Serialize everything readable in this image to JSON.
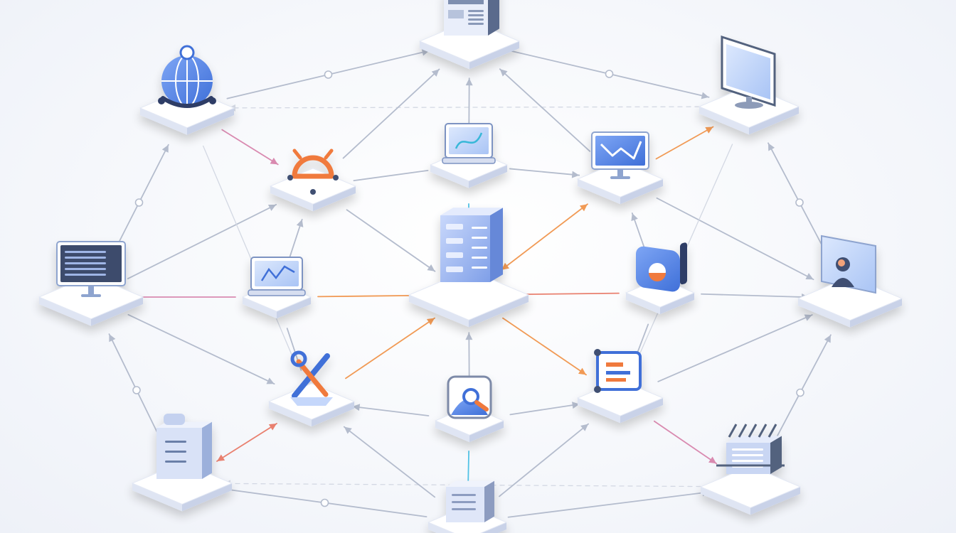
{
  "diagram": {
    "type": "network-topology",
    "palette": {
      "plate_top": "#ffffff",
      "plate_side": "#dfe5f3",
      "plate_shadow": "#c9d2e8",
      "link_gray": "#b4bccd",
      "link_faint": "#d3d8e3",
      "link_orange": "#f19a55",
      "link_red": "#e9806f",
      "link_cyan": "#52c3e6",
      "link_pink": "#d98ab0",
      "accent_blue": "#4d80e4",
      "accent_light": "#c5d7fb",
      "accent_orange": "#f07a3c",
      "device_dark": "#53627e"
    },
    "nodes": [
      {
        "id": "server-top",
        "icon": "server-rack-icon"
      },
      {
        "id": "globe",
        "icon": "globe-icon"
      },
      {
        "id": "monitor-right",
        "icon": "desktop-monitor-icon"
      },
      {
        "id": "router-orange",
        "icon": "router-icon"
      },
      {
        "id": "laptop-top-center",
        "icon": "laptop-chart-icon"
      },
      {
        "id": "monitor-analytics",
        "icon": "analytics-monitor-icon"
      },
      {
        "id": "terminal-left",
        "icon": "terminal-monitor-icon"
      },
      {
        "id": "laptop-left-center",
        "icon": "laptop-trend-icon"
      },
      {
        "id": "central-server",
        "icon": "database-server-icon"
      },
      {
        "id": "app-tile",
        "icon": "app-tile-icon"
      },
      {
        "id": "user-panel",
        "icon": "user-profile-icon"
      },
      {
        "id": "tools",
        "icon": "tools-icon"
      },
      {
        "id": "search-tile",
        "icon": "search-tile-icon"
      },
      {
        "id": "document-box",
        "icon": "document-box-icon"
      },
      {
        "id": "storage-box",
        "icon": "storage-box-icon"
      },
      {
        "id": "printer-hub",
        "icon": "network-hub-icon"
      },
      {
        "id": "server-bottom",
        "icon": "server-bottom-icon"
      }
    ],
    "links": [
      {
        "from": "globe",
        "to": "server-top",
        "color": "gray",
        "style": "solid",
        "arrow": "end",
        "dot": true
      },
      {
        "from": "server-top",
        "to": "monitor-right",
        "color": "gray",
        "style": "solid",
        "arrow": "end",
        "dot": true
      },
      {
        "from": "monitor-right",
        "to": "globe",
        "color": "faint",
        "style": "dashed",
        "arrow": "end"
      },
      {
        "from": "globe",
        "to": "router-orange",
        "color": "pink",
        "style": "solid",
        "arrow": "end"
      },
      {
        "from": "router-orange",
        "to": "server-top",
        "color": "gray",
        "style": "solid",
        "arrow": "end"
      },
      {
        "from": "laptop-top-center",
        "to": "server-top",
        "color": "gray",
        "style": "solid",
        "arrow": "end"
      },
      {
        "from": "monitor-analytics",
        "to": "server-top",
        "color": "gray",
        "style": "solid",
        "arrow": "end"
      },
      {
        "from": "monitor-analytics",
        "to": "monitor-right",
        "color": "orange",
        "style": "solid",
        "arrow": "end"
      },
      {
        "from": "router-orange",
        "to": "laptop-top-center",
        "color": "gray",
        "style": "solid",
        "arrow": "none"
      },
      {
        "from": "laptop-top-center",
        "to": "monitor-analytics",
        "color": "gray",
        "style": "solid",
        "arrow": "end"
      },
      {
        "from": "laptop-top-center",
        "to": "central-server",
        "color": "cyan",
        "style": "solid",
        "arrow": "end"
      },
      {
        "from": "terminal-left",
        "to": "globe",
        "color": "gray",
        "style": "solid",
        "arrow": "end",
        "dot": true
      },
      {
        "from": "terminal-left",
        "to": "router-orange",
        "color": "gray",
        "style": "solid",
        "arrow": "end"
      },
      {
        "from": "terminal-left",
        "to": "laptop-left-center",
        "color": "pink",
        "style": "solid",
        "arrow": "none"
      },
      {
        "from": "laptop-left-center",
        "to": "central-server",
        "color": "orange",
        "style": "solid",
        "arrow": "end"
      },
      {
        "from": "laptop-left-center",
        "to": "router-orange",
        "color": "gray",
        "style": "solid",
        "arrow": "end"
      },
      {
        "from": "router-orange",
        "to": "central-server",
        "color": "gray",
        "style": "solid",
        "arrow": "end"
      },
      {
        "from": "central-server",
        "to": "monitor-analytics",
        "color": "orange",
        "style": "solid",
        "arrow": "both"
      },
      {
        "from": "app-tile",
        "to": "central-server",
        "color": "red",
        "style": "solid",
        "arrow": "end"
      },
      {
        "from": "app-tile",
        "to": "user-panel",
        "color": "gray",
        "style": "solid",
        "arrow": "end"
      },
      {
        "from": "monitor-analytics",
        "to": "user-panel",
        "color": "gray",
        "style": "solid",
        "arrow": "end"
      },
      {
        "from": "monitor-right",
        "to": "user-panel",
        "color": "gray",
        "style": "solid",
        "arrow": "start",
        "dot": true
      },
      {
        "from": "app-tile",
        "to": "monitor-analytics",
        "color": "gray",
        "style": "solid",
        "arrow": "end"
      },
      {
        "from": "terminal-left",
        "to": "tools",
        "color": "gray",
        "style": "solid",
        "arrow": "end"
      },
      {
        "from": "tools",
        "to": "central-server",
        "color": "orange",
        "style": "solid",
        "arrow": "end"
      },
      {
        "from": "central-server",
        "to": "document-box",
        "color": "orange",
        "style": "solid",
        "arrow": "end"
      },
      {
        "from": "search-tile",
        "to": "central-server",
        "color": "gray",
        "style": "solid",
        "arrow": "end"
      },
      {
        "from": "search-tile",
        "to": "tools",
        "color": "gray",
        "style": "solid",
        "arrow": "end"
      },
      {
        "from": "search-tile",
        "to": "document-box",
        "color": "gray",
        "style": "solid",
        "arrow": "end"
      },
      {
        "from": "search-tile",
        "to": "server-bottom",
        "color": "cyan",
        "style": "solid",
        "arrow": "end"
      },
      {
        "from": "document-box",
        "to": "user-panel",
        "color": "gray",
        "style": "solid",
        "arrow": "end"
      },
      {
        "from": "app-tile",
        "to": "document-box",
        "color": "gray",
        "style": "solid",
        "arrow": "none"
      },
      {
        "from": "document-box",
        "to": "printer-hub",
        "color": "pink",
        "style": "solid",
        "arrow": "end"
      },
      {
        "from": "printer-hub",
        "to": "user-panel",
        "color": "gray",
        "style": "solid",
        "arrow": "end",
        "dot": true
      },
      {
        "from": "storage-box",
        "to": "tools",
        "color": "red",
        "style": "solid",
        "arrow": "both"
      },
      {
        "from": "storage-box",
        "to": "terminal-left",
        "color": "gray",
        "style": "solid",
        "arrow": "end",
        "dot": true
      },
      {
        "from": "storage-box",
        "to": "server-bottom",
        "color": "gray",
        "style": "solid",
        "arrow": "none",
        "dot": true
      },
      {
        "from": "server-bottom",
        "to": "printer-hub",
        "color": "gray",
        "style": "solid",
        "arrow": "end"
      },
      {
        "from": "printer-hub",
        "to": "storage-box",
        "color": "faint",
        "style": "dashed",
        "arrow": "end"
      },
      {
        "from": "server-bottom",
        "to": "tools",
        "color": "gray",
        "style": "solid",
        "arrow": "end"
      },
      {
        "from": "server-bottom",
        "to": "document-box",
        "color": "gray",
        "style": "solid",
        "arrow": "end"
      },
      {
        "from": "laptop-left-center",
        "to": "tools",
        "color": "gray",
        "style": "solid",
        "arrow": "none"
      },
      {
        "from": "globe",
        "to": "tools",
        "color": "faint",
        "style": "solid",
        "arrow": "none"
      },
      {
        "from": "monitor-right",
        "to": "document-box",
        "color": "faint",
        "style": "solid",
        "arrow": "none"
      }
    ]
  }
}
